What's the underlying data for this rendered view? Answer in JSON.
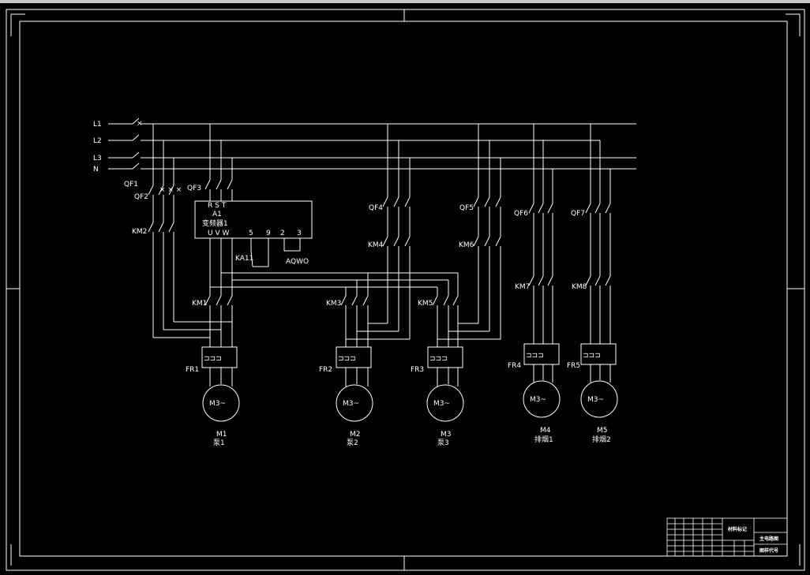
{
  "lines": {
    "l1": "L1",
    "l2": "L2",
    "l3": "L3",
    "n": "N"
  },
  "breakers": {
    "qf1": "QF1",
    "qf2": "QF2",
    "qf3": "QF3",
    "qf4": "QF4",
    "qf5": "QF5",
    "qf6": "QF6",
    "qf7": "QF7"
  },
  "contactors": {
    "km1": "KM1",
    "km2": "KM2",
    "km3": "KM3",
    "km4": "KM4",
    "km5": "KM5",
    "km6": "KM6",
    "km7": "KM7",
    "km8": "KM8"
  },
  "overloads": {
    "fr1": "FR1",
    "fr2": "FR2",
    "fr3": "FR3",
    "fr4": "FR4",
    "fr5": "FR5"
  },
  "inverter": {
    "id": "A1",
    "name": "变频器1",
    "input_terminals": "R S T",
    "output_terminals": "U V W",
    "t5": "5",
    "t9": "9",
    "t2": "2",
    "t3": "3",
    "relay": "KA11",
    "analog": "AQWO"
  },
  "motors": [
    {
      "symbol": "M3~",
      "id": "M1",
      "name": "泵1"
    },
    {
      "symbol": "M3~",
      "id": "M2",
      "name": "泵2"
    },
    {
      "symbol": "M3~",
      "id": "M3",
      "name": "泵3"
    },
    {
      "symbol": "M3~",
      "id": "M4",
      "name": "排烟1"
    },
    {
      "symbol": "M3~",
      "id": "M5",
      "name": "排烟2"
    }
  ],
  "title_block": {
    "cell1": "材料标记",
    "cell2": "主电路图",
    "cell3": "图样代号"
  }
}
